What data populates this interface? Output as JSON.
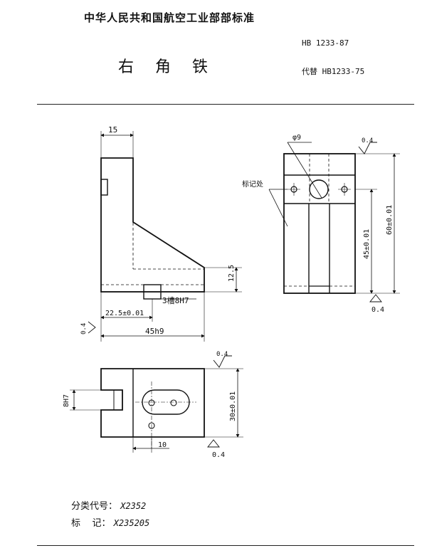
{
  "header": {
    "standard_title": "中华人民共和国航空工业部部标准",
    "standard_number": "HB 1233-87",
    "part_name": "右角铁",
    "replaces": "代替 HB1233-75"
  },
  "drawing": {
    "front_view": {
      "width_dim": "15",
      "height_dim": "12.5",
      "slot_dim": "3槽8H7",
      "offset_dim": "22.5±0.01",
      "length_dim": "45h9",
      "roughness": "0.4"
    },
    "side_view": {
      "hole_dim": "φ9",
      "roughness_top": "0.4",
      "marking_label": "标记处",
      "pitch_dim": "45±0.01",
      "height_dim": "60±0.01",
      "roughness_bottom": "0.4"
    },
    "top_view": {
      "slot_dim": "8H7",
      "roughness_top": "0.4",
      "width_dim": "30±0.01",
      "hole_offset_dim": "10",
      "roughness_bottom": "0.4"
    }
  },
  "footer": {
    "classification_label": "分类代号：",
    "classification_code": "X2352",
    "mark_label": "标    记：",
    "mark_code": "X235205"
  }
}
